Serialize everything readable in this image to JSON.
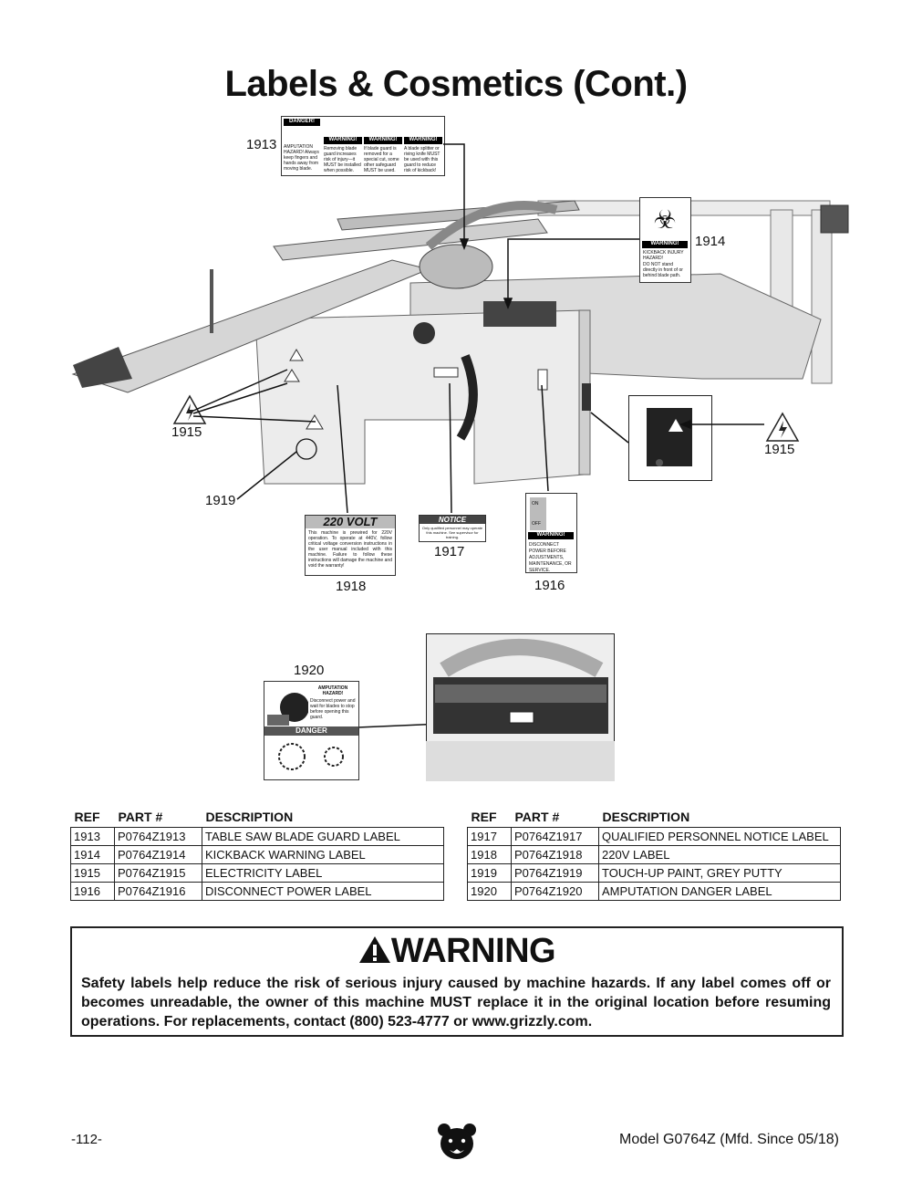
{
  "page": {
    "title": "Labels & Cosmetics (Cont.)",
    "page_number": "-112-",
    "model": "Model G0764Z (Mfd. Since 05/18)"
  },
  "callouts": {
    "c1913": "1913",
    "c1914": "1914",
    "c1915a": "1915",
    "c1915b": "1915",
    "c1919": "1919",
    "c1918": "1918",
    "c1917": "1917",
    "c1916": "1916",
    "c1920": "1920"
  },
  "labels": {
    "l1913": {
      "danger": "DANGER!",
      "col1": "AMPUTATION HAZARD! Always keep fingers and hands away from moving blade.",
      "warn": "WARNING!",
      "col2": "Removing blade guard increases risk of injury—it MUST be installed when possible.",
      "col3": "If blade guard is removed for a special cut, some other safeguard MUST be used.",
      "col4": "A blade splitter or riving knife MUST be used with this guard to reduce risk of kickback!"
    },
    "l1914": {
      "warn": "WARNING!",
      "text1": "KICKBACK INJURY HAZARD!",
      "text2": "DO NOT stand directly in front of or behind blade path."
    },
    "l1918": {
      "head": "220 VOLT",
      "text": "This machine is prewired for 220V operation. To operate at 440V, follow critical voltage conversion instructions in the user manual included with this machine. Failure to follow these instructions will damage the machine and void the warranty!"
    },
    "l1917": {
      "head": "NOTICE",
      "text": "Only qualified personnel may operate this machine. See supervisor for training."
    },
    "l1916": {
      "on": "ON",
      "off": "OFF",
      "warn": "WARNING!",
      "text": "DISCONNECT POWER BEFORE ADJUSTMENTS, MAINTENANCE, OR SERVICE."
    },
    "l1920": {
      "text1": "AMPUTATION HAZARD!",
      "text2": "Disconnect power and wait for blades to stop before opening this guard.",
      "danger": "DANGER"
    }
  },
  "table": {
    "headers": [
      "REF",
      "PART #",
      "DESCRIPTION"
    ],
    "left": [
      [
        "1913",
        "P0764Z1913",
        "TABLE SAW BLADE GUARD LABEL"
      ],
      [
        "1914",
        "P0764Z1914",
        "KICKBACK WARNING LABEL"
      ],
      [
        "1915",
        "P0764Z1915",
        "ELECTRICITY LABEL"
      ],
      [
        "1916",
        "P0764Z1916",
        "DISCONNECT POWER LABEL"
      ]
    ],
    "right": [
      [
        "1917",
        "P0764Z1917",
        "QUALIFIED PERSONNEL NOTICE LABEL"
      ],
      [
        "1918",
        "P0764Z1918",
        "220V LABEL"
      ],
      [
        "1919",
        "P0764Z1919",
        "TOUCH-UP PAINT, GREY PUTTY"
      ],
      [
        "1920",
        "P0764Z1920",
        "AMPUTATION DANGER LABEL"
      ]
    ]
  },
  "warning": {
    "heading": "WARNING",
    "body": "Safety labels help reduce the risk of serious injury caused by machine hazards. If any label comes off or becomes unreadable, the owner of this machine MUST replace it in the original location before resuming operations. For replacements, contact (800) 523-4777 or www.grizzly.com."
  }
}
